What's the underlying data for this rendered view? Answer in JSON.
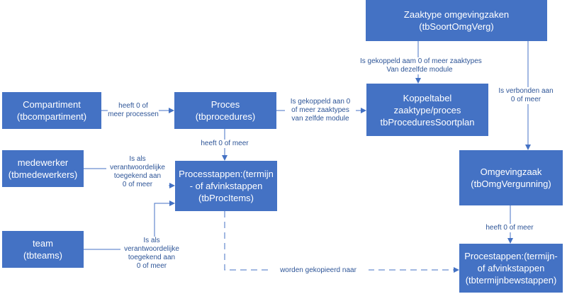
{
  "colors": {
    "box_fill": "#4472c4",
    "box_text": "#ffffff",
    "line": "#4472c4",
    "label_text": "#2e5597"
  },
  "boxes": {
    "zaaktype": {
      "line1": "Zaaktype omgevingzaken",
      "line2": "(tbSoortOmgVerg)"
    },
    "compartiment": {
      "line1": "Compartiment",
      "line2": "(tbcompartiment)"
    },
    "proces": {
      "line1": "Proces",
      "line2": "(tbprocedures)"
    },
    "koppeltabel": {
      "line1": "Koppeltabel",
      "line2": "zaaktype/proces",
      "line3": "tbProceduresSoortplan"
    },
    "medewerker": {
      "line1": "medewerker",
      "line2": "(tbmedewerkers)"
    },
    "processtappen": {
      "line1": "Processtappen:(termijn",
      "line2": "- of afvinkstappen",
      "line3": "(tbProcItems)"
    },
    "omgevingzaak": {
      "line1": "Omgevingzaak",
      "line2": "(tbOmgVergunning)"
    },
    "team": {
      "line1": "team",
      "line2": "(tbteams)"
    },
    "procestappen": {
      "line1": "Procestappen:(termijn-",
      "line2": "of afvinkstappen",
      "line3": "(tbtermijnbewstappen)"
    }
  },
  "labels": {
    "gekoppeld_zaaktypes": {
      "line1": "Is gekoppeld aam 0 of meer zaaktypes",
      "line2": "Van dezelfde module"
    },
    "heeft_processen": {
      "line1": "heeft 0 of",
      "line2": "meer processen"
    },
    "gekoppeld_zelfde": {
      "line1": "Is gekoppeld aan 0",
      "line2": "of meer zaaktypes",
      "line3": "van zelfde module"
    },
    "verbonden": {
      "line1": "Is verbonden aan",
      "line2": "0 of meer"
    },
    "heeft_meer": {
      "line1": "heeft 0 of meer"
    },
    "verantw_medewerker": {
      "line1": "Is als",
      "line2": "verantwoordelijke",
      "line3": "toegekend aan",
      "line4": "0 of meer"
    },
    "heeft_meer_2": {
      "line1": "heeft 0 of meer"
    },
    "verantw_team": {
      "line1": "Is als",
      "line2": "verantwoordelijke",
      "line3": "toegekend aan",
      "line4": "0 of meer"
    },
    "gekopieerd": {
      "line1": "worden gekopieerd naar"
    }
  }
}
